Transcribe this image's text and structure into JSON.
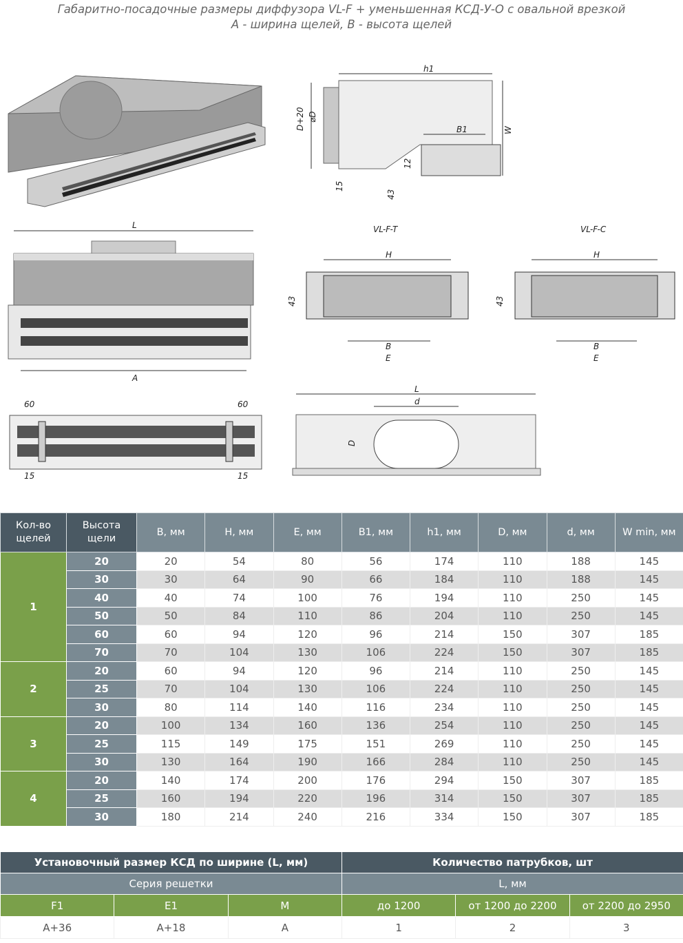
{
  "title": {
    "line1": "Габаритно-посадочные размеры диффузора VL-F + уменьшенная КСД-У-О с овальной врезкой",
    "line2": "А - ширина щелей, В - высота щелей"
  },
  "drawings": {
    "side": {
      "h1": "h1",
      "d20": "D+20",
      "phiD": "⌀D",
      "b1": "B1",
      "w": "W",
      "d12": "12",
      "d15": "15",
      "d43": "43"
    },
    "front": {
      "l": "L",
      "a": "A"
    },
    "vlft": {
      "title": "VL-F-T",
      "h": "H",
      "d43": "43",
      "b": "B",
      "e": "E"
    },
    "vlfc": {
      "title": "VL-F-C",
      "h": "H",
      "d43": "43",
      "b": "B",
      "e": "E"
    },
    "grille": {
      "d60a": "60",
      "d60b": "60",
      "d15a": "15",
      "d15b": "15"
    },
    "top": {
      "l": "L",
      "d": "d",
      "D": "D"
    }
  },
  "main_table": {
    "headers": [
      "Кол-во щелей",
      "Высота щели",
      "B, мм",
      "H, мм",
      "E, мм",
      "B1, мм",
      "h1, мм",
      "D, мм",
      "d, мм",
      "W min, мм"
    ],
    "groups": [
      {
        "count": "1",
        "rows": [
          [
            "20",
            "20",
            "54",
            "80",
            "56",
            "174",
            "110",
            "188",
            "145"
          ],
          [
            "30",
            "30",
            "64",
            "90",
            "66",
            "184",
            "110",
            "188",
            "145"
          ],
          [
            "40",
            "40",
            "74",
            "100",
            "76",
            "194",
            "110",
            "250",
            "145"
          ],
          [
            "50",
            "50",
            "84",
            "110",
            "86",
            "204",
            "110",
            "250",
            "145"
          ],
          [
            "60",
            "60",
            "94",
            "120",
            "96",
            "214",
            "150",
            "307",
            "185"
          ],
          [
            "70",
            "70",
            "104",
            "130",
            "106",
            "224",
            "150",
            "307",
            "185"
          ]
        ]
      },
      {
        "count": "2",
        "rows": [
          [
            "20",
            "60",
            "94",
            "120",
            "96",
            "214",
            "110",
            "250",
            "145"
          ],
          [
            "25",
            "70",
            "104",
            "130",
            "106",
            "224",
            "110",
            "250",
            "145"
          ],
          [
            "30",
            "80",
            "114",
            "140",
            "116",
            "234",
            "110",
            "250",
            "145"
          ]
        ]
      },
      {
        "count": "3",
        "rows": [
          [
            "20",
            "100",
            "134",
            "160",
            "136",
            "254",
            "110",
            "250",
            "145"
          ],
          [
            "25",
            "115",
            "149",
            "175",
            "151",
            "269",
            "110",
            "250",
            "145"
          ],
          [
            "30",
            "130",
            "164",
            "190",
            "166",
            "284",
            "110",
            "250",
            "145"
          ]
        ]
      },
      {
        "count": "4",
        "rows": [
          [
            "20",
            "140",
            "174",
            "200",
            "176",
            "294",
            "150",
            "307",
            "185"
          ],
          [
            "25",
            "160",
            "194",
            "220",
            "196",
            "314",
            "150",
            "307",
            "185"
          ],
          [
            "30",
            "180",
            "214",
            "240",
            "216",
            "334",
            "150",
            "307",
            "185"
          ]
        ]
      }
    ]
  },
  "sub_table": {
    "h1_left": "Установочный размер КСД по ширине (L, мм)",
    "h1_right": "Количество патрубков, шт",
    "h2_left": "Серия решетки",
    "h2_right": "L, мм",
    "cols": [
      "F1",
      "E1",
      "M",
      "до 1200",
      "от 1200 до 2200",
      "от 2200 до 2950"
    ],
    "values": [
      "A+36",
      "A+18",
      "A",
      "1",
      "2",
      "3"
    ]
  },
  "colors": {
    "dark": "#4a5963",
    "gray": "#7a8a93",
    "green": "#7aa04a",
    "alt": "#dcdcdc"
  }
}
